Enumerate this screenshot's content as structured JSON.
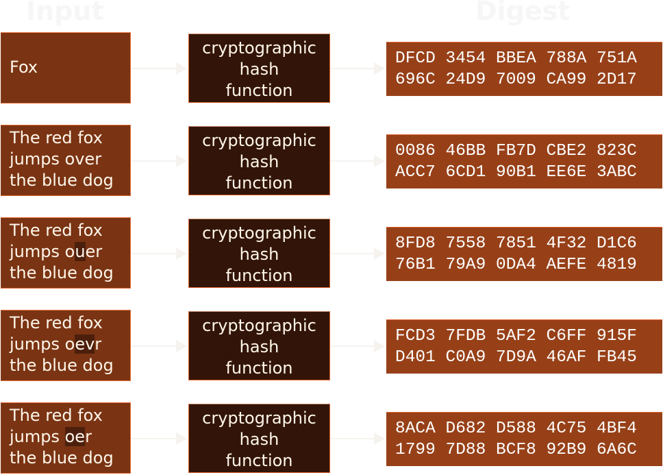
{
  "headers": {
    "input": "Input",
    "digest": "Digest"
  },
  "hash_label": [
    "cryptographic",
    "hash",
    "function"
  ],
  "rows": [
    {
      "input": {
        "lines": [
          "Fox"
        ]
      },
      "digest": [
        "DFCD 3454 BBEA 788A 751A",
        "696C 24D9 7009 CA99 2D17"
      ]
    },
    {
      "input": {
        "lines": [
          "The red fox",
          "jumps over",
          "the blue dog"
        ]
      },
      "digest": [
        "0086 46BB FB7D CBE2 823C",
        "ACC7 6CD1 90B1 EE6E 3ABC"
      ]
    },
    {
      "input": {
        "lines": [
          "The red fox",
          "jumps ouer",
          "the blue dog"
        ],
        "line2_parts": [
          "jumps o",
          "u",
          "er"
        ]
      },
      "digest": [
        "8FD8 7558 7851 4F32 D1C6",
        "76B1 79A9 0DA4 AEFE 4819"
      ]
    },
    {
      "input": {
        "lines": [
          "The red fox",
          "jumps oevr",
          "the blue dog"
        ],
        "line2_parts": [
          "jumps o",
          "ev",
          "r"
        ]
      },
      "digest": [
        "FCD3 7FDB 5AF2 C6FF 915F",
        "D401 C0A9 7D9A 46AF FB45"
      ]
    },
    {
      "input": {
        "lines": [
          "The red fox",
          "jumps oer",
          "the blue dog"
        ],
        "line2_parts": [
          "jumps ",
          "oe",
          "r"
        ]
      },
      "digest": [
        "8ACA D682 D588 4C75 4BF4",
        "1799 7D88 BCF8 92B9 6A6C"
      ]
    }
  ],
  "colors": {
    "input_box": "#7a3413",
    "hash_box": "#321508",
    "digest_box": "#974018",
    "highlight": "#4c1f0c",
    "border": "#e0602a"
  }
}
